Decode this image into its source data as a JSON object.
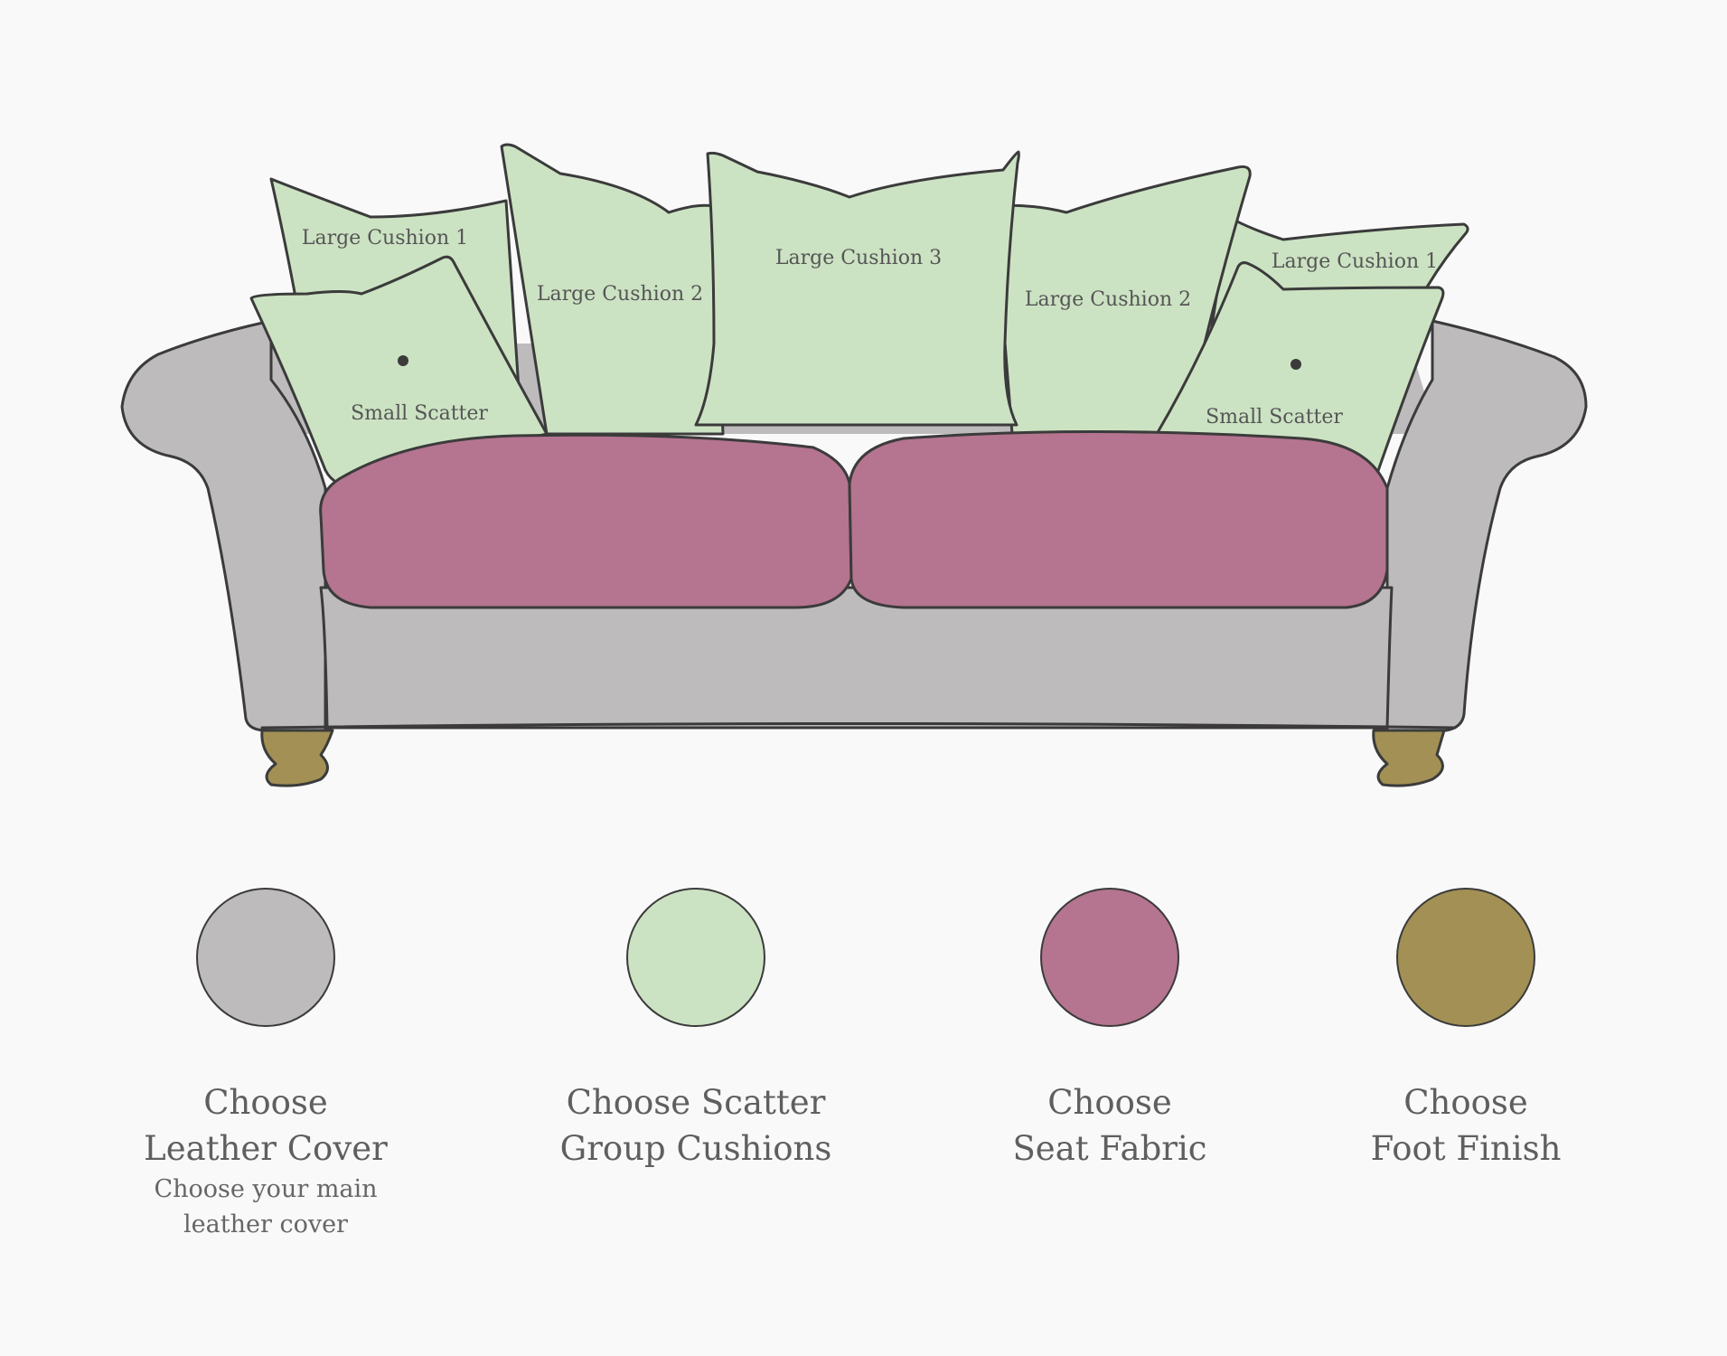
{
  "colors": {
    "frame": "#bebbbc",
    "cushions": "#cce3c3",
    "seat": "#b57490",
    "feet": "#a39054",
    "outline": "#3b3b3b",
    "background": "#f9f9f9"
  },
  "cushions": {
    "large1_left": "Large Cushion 1",
    "large2_left": "Large Cushion 2",
    "large3": "Large Cushion 3",
    "large2_right": "Large Cushion 2",
    "large1_right": "Large Cushion 1",
    "small_left": "Small Scatter",
    "small_right": "Small Scatter"
  },
  "options": [
    {
      "title_line1": "Choose",
      "title_line2": "Leather Cover",
      "subtitle_line1": "Choose your main",
      "subtitle_line2": "leather cover",
      "color": "#bebbbc"
    },
    {
      "title_line1": "Choose Scatter",
      "title_line2": "Group Cushions",
      "color": "#cce3c3"
    },
    {
      "title_line1": "Choose",
      "title_line2": "Seat Fabric",
      "color": "#b57490"
    },
    {
      "title_line1": "Choose",
      "title_line2": "Foot Finish",
      "color": "#a39054"
    }
  ]
}
